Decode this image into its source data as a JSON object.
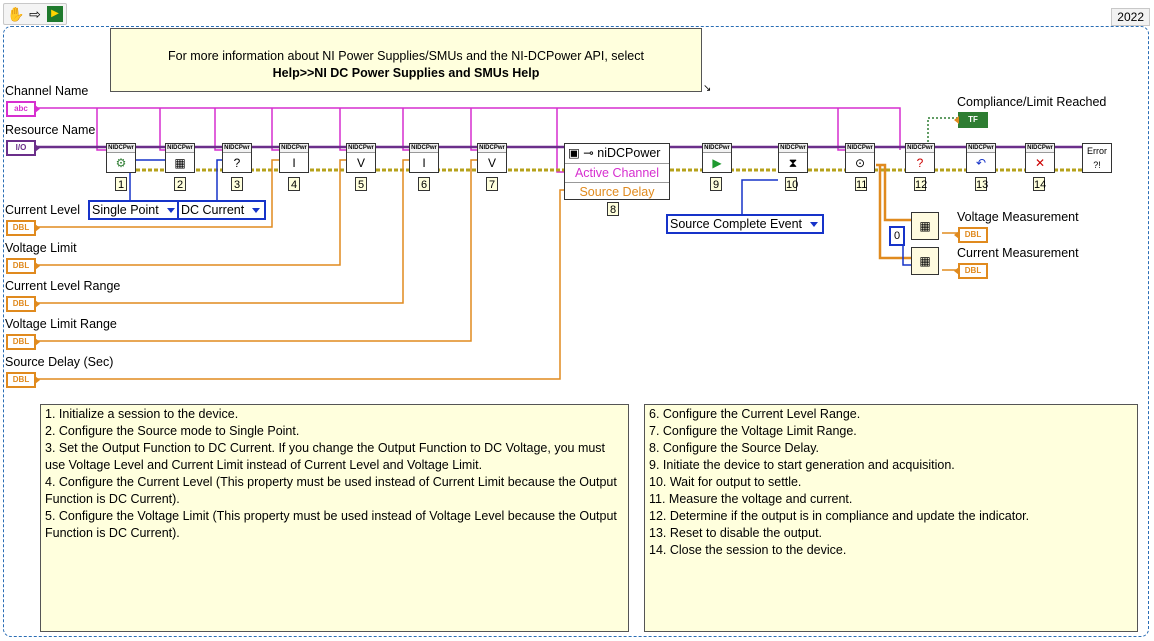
{
  "toolbar": {
    "icons": [
      "hand-icon",
      "arrow-icon",
      "highlight-icon"
    ]
  },
  "version_badge": "2022",
  "info_note": {
    "line1": "For more information about NI Power Supplies/SMUs and the NI-DCPower API, select",
    "line2": "Help>>NI  DC Power Supplies and SMUs Help"
  },
  "controls": {
    "channel_name": {
      "label": "Channel Name",
      "type_tag": "abc"
    },
    "resource_name": {
      "label": "Resource Name",
      "type_tag": "I/O"
    },
    "current_level": {
      "label": "Current Level",
      "type_tag": "DBL"
    },
    "voltage_limit": {
      "label": "Voltage Limit",
      "type_tag": "DBL"
    },
    "current_level_range": {
      "label": "Current Level Range",
      "type_tag": "DBL"
    },
    "voltage_limit_range": {
      "label": "Voltage Limit Range",
      "type_tag": "DBL"
    },
    "source_delay": {
      "label": "Source Delay (Sec)",
      "type_tag": "DBL"
    }
  },
  "indicators": {
    "compliance": {
      "label": "Compliance/Limit Reached",
      "type_tag": "TF"
    },
    "voltage_measurement": {
      "label": "Voltage Measurement",
      "type_tag": "DBL"
    },
    "current_measurement": {
      "label": "Current Measurement",
      "type_tag": "DBL"
    }
  },
  "rings": {
    "source_mode": "Single Point",
    "output_function": "DC Current",
    "wait_event": "Source Complete Event"
  },
  "property_node": {
    "title": "niDCPower",
    "row1": "Active Channel",
    "row2": "Source Delay"
  },
  "subvi_header": "NIDCPwr",
  "array_index_constant": "0",
  "error_handler_label": "Error ?!",
  "step_numbers": [
    "1",
    "2",
    "3",
    "4",
    "5",
    "6",
    "7",
    "8",
    "9",
    "10",
    "11",
    "12",
    "13",
    "14"
  ],
  "steps_left": [
    "1.  Initialize a session to the device.",
    "2.  Configure the Source mode to Single Point.",
    "3.  Set the Output Function to DC Current.  If you change the Output Function to DC Voltage, you must use Voltage Level and Current Limit instead of Current Level and Voltage Limit.",
    "4.  Configure the Current Level (This property must be used instead of Current Limit because the Output Function is DC Current).",
    "5.  Configure the Voltage Limit (This property must be used instead of Voltage Level because the Output Function is DC Current)."
  ],
  "steps_right": [
    "6.  Configure the Current Level Range.",
    "7.  Configure the Voltage Limit Range.",
    "8.  Configure the Source Delay.",
    "9.  Initiate the device to start generation and acquisition.",
    "10.  Wait for output to settle.",
    "11.  Measure the voltage and current.",
    "12.  Determine if the output is in compliance and update the indicator.",
    "13.  Reset to disable the output.",
    "14.  Close the session to the device."
  ],
  "colors": {
    "session_wire": "#6b2f8a",
    "string_wire": "#d62fcf",
    "numeric_wire": "#e08a1e",
    "enum_wire": "#1633c9",
    "error_wire": "#b6a21b",
    "bool_wire": "#2e7d32",
    "note_bg": "#ffffdd"
  }
}
